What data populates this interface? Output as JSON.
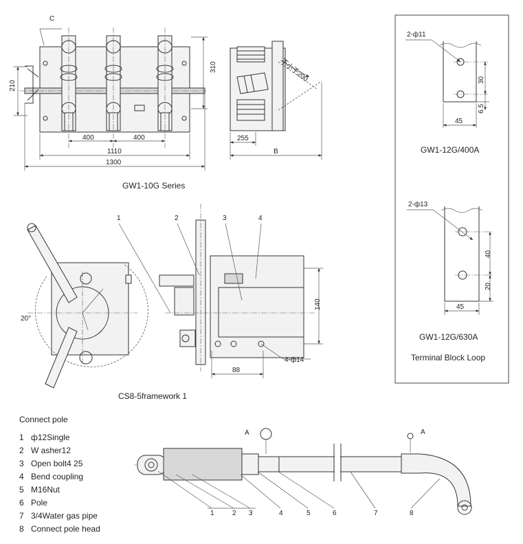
{
  "top_view": {
    "label_c": "C",
    "dim_210": "210",
    "dim_310": "310",
    "dim_400_left": "400",
    "dim_400_right": "400",
    "dim_1110": "1110",
    "dim_1300": "1300",
    "caption": "GW1-10G Series"
  },
  "side_view": {
    "dim_255": "255",
    "dim_b": "B",
    "rod_label": "不小于200"
  },
  "terminal_400": {
    "hole_label": "2-ф11",
    "dim_30": "30",
    "dim_6_5": "6.5",
    "dim_45": "45",
    "caption": "GW1-12G/400A"
  },
  "terminal_630": {
    "hole_label": "2-ф13",
    "dim_40": "40",
    "dim_20": "20",
    "dim_45": "45",
    "caption": "GW1-12G/630A"
  },
  "terminal_box_caption": "Terminal Block Loop",
  "framework": {
    "angle": "20°",
    "callouts": [
      "1",
      "2",
      "3",
      "4"
    ],
    "dim_140": "140",
    "dim_88": "88",
    "hole_label": "4-ф14",
    "caption": "CS8-5framework 1"
  },
  "connect_pole": {
    "title": "Connect pole",
    "items": [
      {
        "num": "1",
        "text": "ф12Single"
      },
      {
        "num": "2",
        "text": "W asher12"
      },
      {
        "num": "3",
        "text": "Open bolt4 25"
      },
      {
        "num": "4",
        "text": "Bend coupling"
      },
      {
        "num": "5",
        "text": "M16Nut"
      },
      {
        "num": "6",
        "text": "Pole"
      },
      {
        "num": "7",
        "text": "3/4Water gas pipe"
      },
      {
        "num": "8",
        "text": "Connect pole head"
      }
    ],
    "section_mark_left": "A",
    "section_mark_right": "A",
    "callouts": [
      "1",
      "2",
      "3",
      "4",
      "5",
      "6",
      "7",
      "8"
    ]
  }
}
